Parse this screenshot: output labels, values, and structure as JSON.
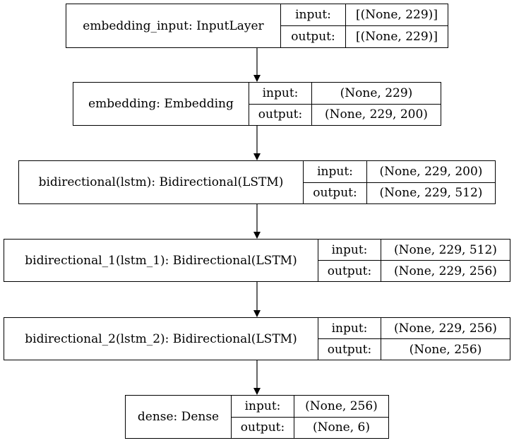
{
  "diagram": {
    "layers": [
      {
        "name": "embedding_input: InputLayer",
        "input_label": "input:",
        "output_label": "output:",
        "input_shape": "[(None, 229)]",
        "output_shape": "[(None, 229)]"
      },
      {
        "name": "embedding: Embedding",
        "input_label": "input:",
        "output_label": "output:",
        "input_shape": "(None, 229)",
        "output_shape": "(None, 229, 200)"
      },
      {
        "name": "bidirectional(lstm): Bidirectional(LSTM)",
        "input_label": "input:",
        "output_label": "output:",
        "input_shape": "(None, 229, 200)",
        "output_shape": "(None, 229, 512)"
      },
      {
        "name": "bidirectional_1(lstm_1): Bidirectional(LSTM)",
        "input_label": "input:",
        "output_label": "output:",
        "input_shape": "(None, 229, 512)",
        "output_shape": "(None, 229, 256)"
      },
      {
        "name": "bidirectional_2(lstm_2): Bidirectional(LSTM)",
        "input_label": "input:",
        "output_label": "output:",
        "input_shape": "(None, 229, 256)",
        "output_shape": "(None, 256)"
      },
      {
        "name": "dense: Dense",
        "input_label": "input:",
        "output_label": "output:",
        "input_shape": "(None, 256)",
        "output_shape": "(None, 6)"
      }
    ]
  }
}
